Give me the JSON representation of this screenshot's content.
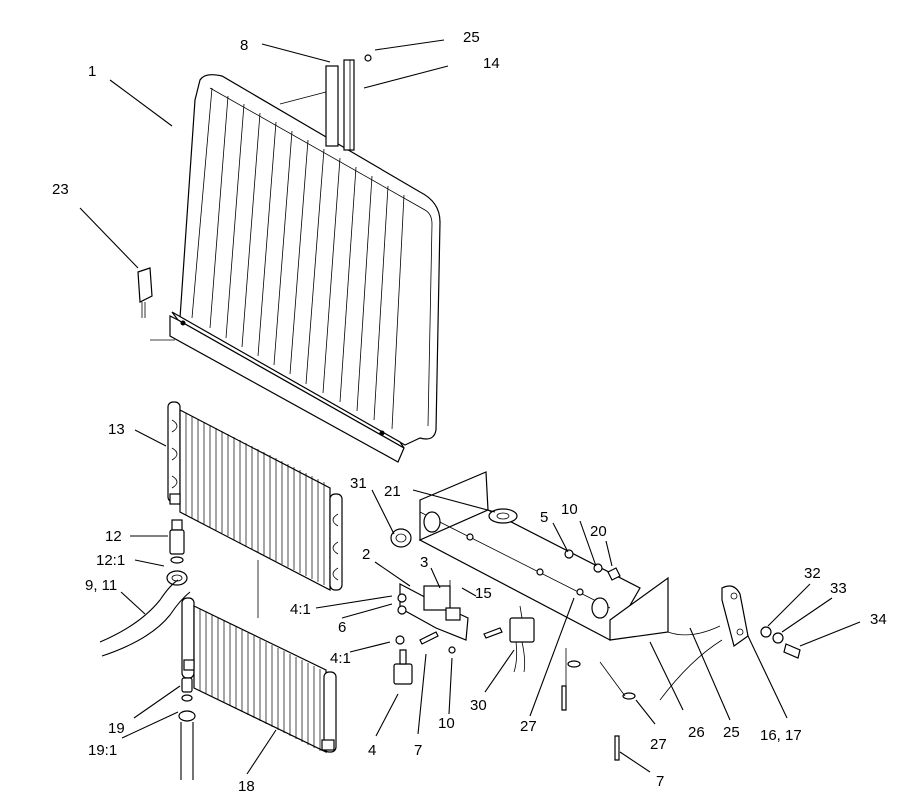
{
  "callouts": {
    "c1": "1",
    "c8": "8",
    "c25_top": "25",
    "c14": "14",
    "c23": "23",
    "c13": "13",
    "c12": "12",
    "c12_1": "12:1",
    "c9_11": "9, 11",
    "c31": "31",
    "c21": "21",
    "c5": "5",
    "c10_top": "10",
    "c20": "20",
    "c2": "2",
    "c3": "3",
    "c15": "15",
    "c4_1_a": "4:1",
    "c6": "6",
    "c4_1_b": "4:1",
    "c30": "30",
    "c19": "19",
    "c19_1": "19:1",
    "c4": "4",
    "c7_a": "7",
    "c10_b": "10",
    "c27_a": "27",
    "c27_b": "27",
    "c26": "26",
    "c25_b": "25",
    "c16_17": "16, 17",
    "c32": "32",
    "c33": "33",
    "c34": "34",
    "c18": "18",
    "c7_b": "7"
  }
}
